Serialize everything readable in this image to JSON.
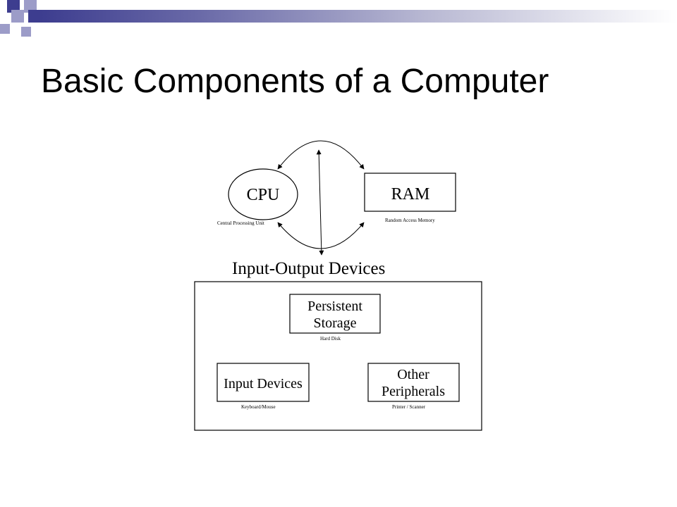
{
  "slide": {
    "title": "Basic Components of a Computer",
    "accent_colors": {
      "navy": "#3d3d8f",
      "periwinkle": "#9c9cc8",
      "gradient_end": "#ffffff"
    }
  },
  "diagram": {
    "cpu": {
      "label": "CPU",
      "caption": "Central Processing Unit"
    },
    "ram": {
      "label": "RAM",
      "caption": "Random Access Memory"
    },
    "io_title": "Input-Output Devices",
    "persistent_storage": {
      "line1": "Persistent",
      "line2": "Storage",
      "caption": "Hard Disk"
    },
    "input_devices": {
      "label": "Input Devices",
      "caption": "Keyboard/Mouse"
    },
    "other_peripherals": {
      "line1": "Other",
      "line2": "Peripherals",
      "caption": "Printer / Scanner"
    }
  }
}
